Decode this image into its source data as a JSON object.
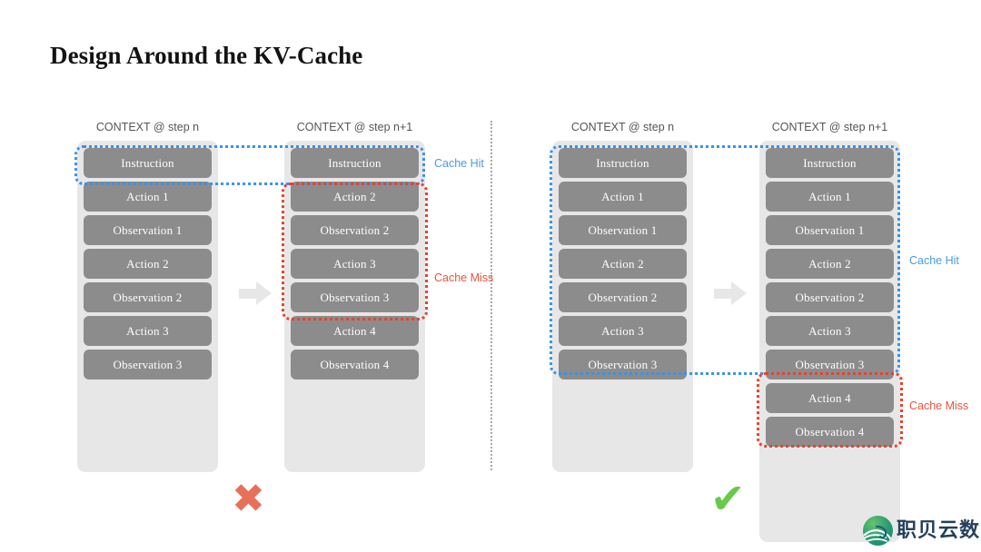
{
  "title": "Design Around the KV-Cache",
  "panels": [
    {
      "id": "bad",
      "verdict_icon": "cross-icon",
      "verdict_glyph": "✖",
      "columns": [
        {
          "header": "CONTEXT @ step n",
          "blocks": [
            "Instruction",
            "Action 1",
            "Observation 1",
            "Action 2",
            "Observation 2",
            "Action 3",
            "Observation 3"
          ]
        },
        {
          "header": "CONTEXT @ step n+1",
          "blocks": [
            "Instruction",
            "Action 2",
            "Observation 2",
            "Action 3",
            "Observation 3",
            "Action 4",
            "Observation 4"
          ]
        }
      ],
      "labels": {
        "cache_hit": "Cache Hit",
        "cache_miss": "Cache Miss"
      }
    },
    {
      "id": "good",
      "verdict_icon": "check-icon",
      "verdict_glyph": "✔",
      "columns": [
        {
          "header": "CONTEXT @ step n",
          "blocks": [
            "Instruction",
            "Action 1",
            "Observation 1",
            "Action 2",
            "Observation 2",
            "Action 3",
            "Observation 3"
          ]
        },
        {
          "header": "CONTEXT @ step n+1",
          "blocks": [
            "Instruction",
            "Action 1",
            "Observation 1",
            "Action 2",
            "Observation 2",
            "Action 3",
            "Observation 3",
            "Action 4",
            "Observation 4"
          ]
        }
      ],
      "labels": {
        "cache_hit": "Cache Hit",
        "cache_miss": "Cache Miss"
      }
    }
  ],
  "logo": {
    "text": "职贝云数"
  },
  "colors": {
    "block": "#8c8c8c",
    "container": "#e7e7e7",
    "cache_hit": "#4a9ae8",
    "cache_miss": "#e8553e",
    "cross": "#e8705a",
    "check": "#6ac94a",
    "title": "#131313"
  }
}
